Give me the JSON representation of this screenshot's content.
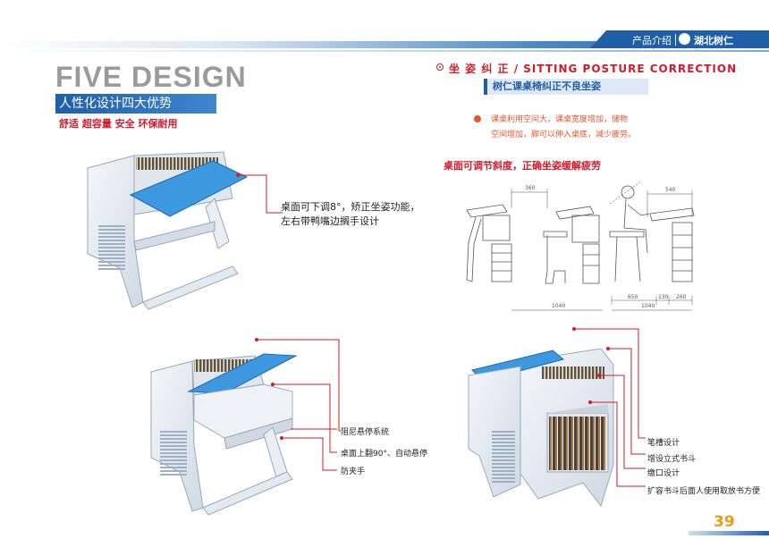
{
  "header": {
    "section": "产品介绍",
    "brand": "湖北树仁"
  },
  "title": {
    "main": "FIVE DESIGN",
    "subtitle": "人性化设计四大优势",
    "features": "舒适    超容量  安全  环保耐用"
  },
  "posture": {
    "heading": "坐 姿 纠 正 / SITTING POSTURE CORRECTION",
    "subheading": "树仁课桌椅纠正不良坐姿",
    "desc_line1": "课桌利用空间大，课桌宽度增加，储物",
    "desc_line2": "空间增加，脚可以伸入桌底，减少疲劳。",
    "tilt_text": "桌面可调节斜度，正确坐姿缓解疲劳",
    "dims": {
      "d360": "360",
      "d540": "540",
      "d650": "650",
      "d130": "130",
      "d260": "260",
      "d1040a": "1040",
      "d1040b": "1040"
    }
  },
  "annotations": {
    "desk1_line1": "桌面可下调8°，矫正坐姿功能，",
    "desk1_line2": "左右带鸭嘴边搁手设计",
    "damper": "阻尼悬停系统",
    "flip": "桌面上翻90°、自动悬停",
    "anti_pinch": "防夹手",
    "pen_groove": "笔槽设计",
    "bookshelf": "增设立式书斗",
    "recess": "缴口设计",
    "rear_access": "扩容书斗后面人使用取放书方便"
  },
  "page": {
    "number": "39"
  },
  "colors": {
    "accent_blue": "#1f5fa8",
    "red": "#d41a2a",
    "orange": "#f09a1a",
    "desk_top": "#3d98e0"
  }
}
